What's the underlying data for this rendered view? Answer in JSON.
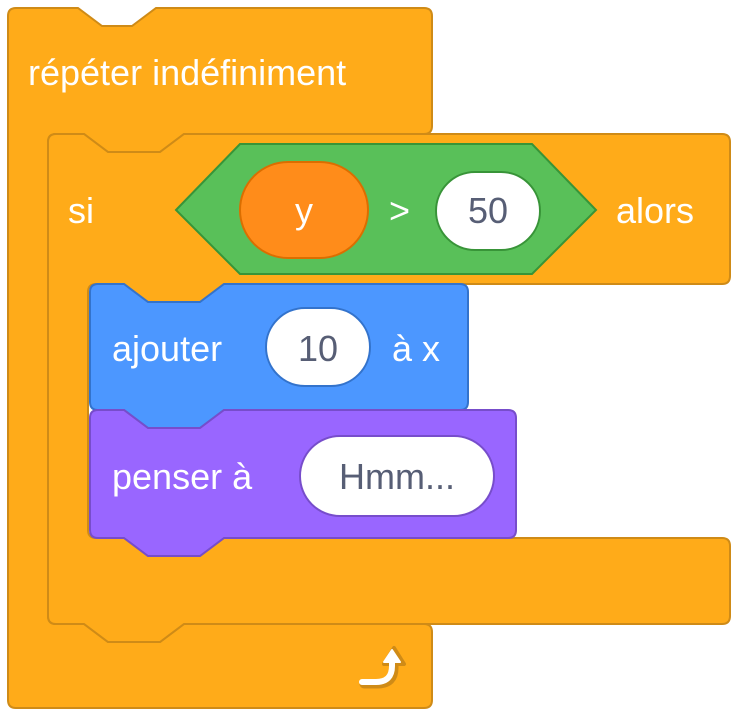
{
  "colors": {
    "control": "#ffab19",
    "control_border": "#cf8b17",
    "motion": "#4c97ff",
    "motion_border": "#3373cc",
    "looks": "#9966ff",
    "looks_border": "#774dcb",
    "operators": "#59c059",
    "operators_border": "#389438",
    "variables": "#ff8c1a",
    "variables_border": "#db6e00",
    "field_bg": "#ffffff",
    "field_text": "#575e75"
  },
  "forever_block": {
    "label": "répéter indéfiniment",
    "loop_icon": "loop-arrow-icon"
  },
  "if_block": {
    "label_if": "si",
    "label_then": "alors",
    "condition": {
      "operator": ">",
      "left_reporter": "y",
      "right_value": "50"
    }
  },
  "change_x_block": {
    "label_before": "ajouter",
    "value": "10",
    "label_after": "à x"
  },
  "think_block": {
    "label": "penser à",
    "value": "Hmm..."
  }
}
